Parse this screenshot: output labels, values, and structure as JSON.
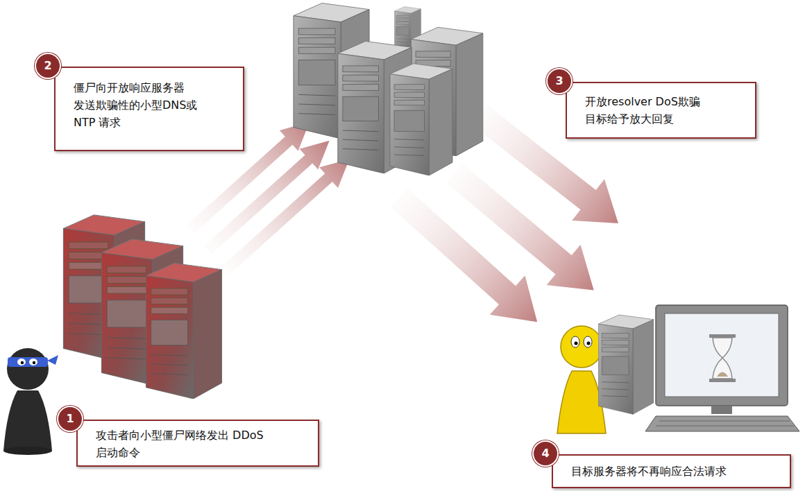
{
  "diagram": {
    "nodes": [
      {
        "text": [
          "2",
          "僵尸向开放响应服务器 发送欺骗性的小型DNS或 NTP 请求"
        ]
      },
      {
        "text": [
          "3",
          "开放resolver DoS欺骗 目标给予放大回复"
        ]
      },
      {
        "text": [
          "1",
          "攻击者向小型僵尸网络发出 DDoS 启动命令"
        ]
      },
      {
        "text": [
          "4",
          "目标服务器将不再响应合法请求"
        ]
      }
    ]
  }
}
